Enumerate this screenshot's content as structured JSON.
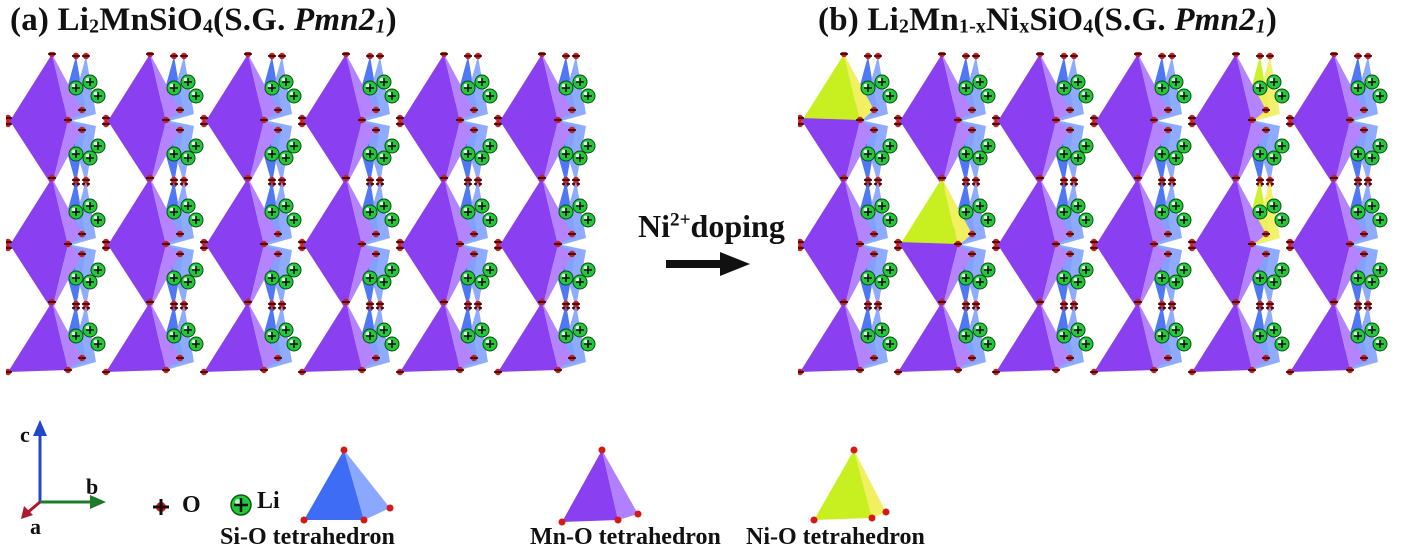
{
  "panel_a": {
    "label": "(a)",
    "formula": [
      {
        "t": "Li"
      },
      {
        "t": "2",
        "sub": true
      },
      {
        "t": "MnSiO"
      },
      {
        "t": "4",
        "sub": true
      },
      {
        "t": "(S.G. "
      },
      {
        "t": "Pmn2",
        "it": true
      },
      {
        "t": "1",
        "sub": true,
        "it": true
      },
      {
        "t": ")"
      }
    ]
  },
  "panel_b": {
    "label": "(b)",
    "formula": [
      {
        "t": "Li"
      },
      {
        "t": "2",
        "sub": true
      },
      {
        "t": "Mn"
      },
      {
        "t": "1-x",
        "sub": true
      },
      {
        "t": "Ni"
      },
      {
        "t": "x",
        "sub": true
      },
      {
        "t": "SiO"
      },
      {
        "t": "4",
        "sub": true
      },
      {
        "t": "(S.G. "
      },
      {
        "t": "Pmn2",
        "it": true
      },
      {
        "t": "1",
        "sub": true,
        "it": true
      },
      {
        "t": ")"
      }
    ]
  },
  "doping": {
    "ion": "Ni",
    "charge": "2+",
    "text": "doping"
  },
  "axes": {
    "c": "c",
    "b": "b",
    "a": "a"
  },
  "legend": {
    "oxygen": "O",
    "lithium": "Li",
    "si_o": "Si-O tetrahedron",
    "mn_o": "Mn-O tetrahedron",
    "ni_o": "Ni-O tetrahedron"
  },
  "colors": {
    "mn": "#8a3ff0",
    "si": "#3f6cf5",
    "ni": "#c8f020",
    "oxygen": "#d81818",
    "lithium": "#22c83a",
    "arrow": "#111111"
  },
  "doped_sites": [
    {
      "col": 0,
      "row": 0,
      "type": "mn"
    },
    {
      "col": 1,
      "row": 2,
      "type": "mn"
    },
    {
      "col": 4,
      "row": 0,
      "type": "si"
    },
    {
      "col": 4,
      "row": 2,
      "type": "si"
    }
  ]
}
